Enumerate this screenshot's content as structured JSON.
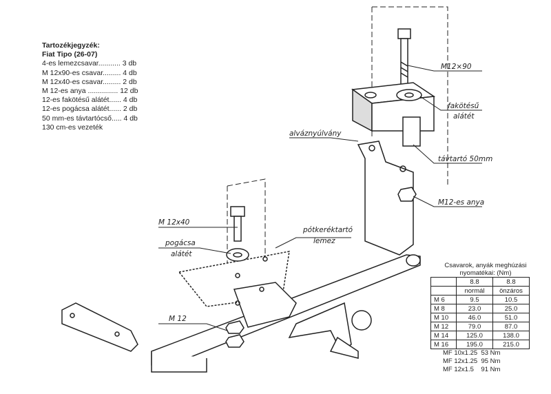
{
  "parts_list": {
    "title": "Tartozékjegyzék:",
    "subtitle": "Fiat Tipo (26-07)",
    "items": [
      "4-es lemezcsavar........... 3 db",
      "M 12x90-es csavar......... 4 db",
      "M 12x40-es csavar......... 2 db",
      "M 12-es anya ............... 12 db",
      "12-es fakötésű alátét...... 4 db",
      "12-es pogácsa alátét...... 2 db",
      "50 mm-es távtartócső..... 4 db",
      "130 cm-es vezeték"
    ]
  },
  "labels": {
    "bolt_m12x90": "M12×90",
    "fakotesu1": "fakötésű",
    "fakotesu2": "alátét",
    "alvaz": "alváznyúlvány",
    "tavtarto": "távtartó 50mm",
    "anya": "M12-es anya",
    "bolt_m12x40": "M 12x40",
    "pogacsa1": "pogácsa",
    "pogacsa2": "alátét",
    "potkerek1": "pótkeréktartó",
    "potkerek2": "lemez",
    "m12": "M 12"
  },
  "torque": {
    "caption1": "Csavarok, anyák meghúzási",
    "caption2": "nyomatékai: (Nm)",
    "headers": [
      [
        "",
        "8.8",
        "8.8"
      ],
      [
        "",
        "normál",
        "önzáros"
      ]
    ],
    "rows": [
      [
        "M 6",
        "9.5",
        "10.5"
      ],
      [
        "M 8",
        "23.0",
        "25.0"
      ],
      [
        "M 10",
        "46.0",
        "51.0"
      ],
      [
        "M 12",
        "79.0",
        "87.0"
      ],
      [
        "M 14",
        "125.0",
        "138.0"
      ],
      [
        "M 16",
        "195.0",
        "215.0"
      ]
    ],
    "mf": [
      "MF 10x1.25  53 Nm",
      "MF 12x1.25  95 Nm",
      "MF 12x1.5    91 Nm"
    ]
  }
}
